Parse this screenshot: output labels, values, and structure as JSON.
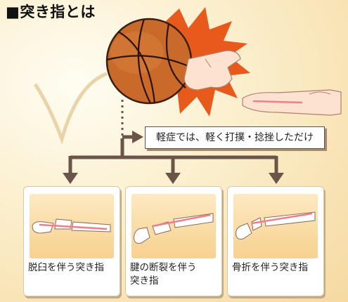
{
  "title": "■突き指とは",
  "info_box": "軽症では、軽く打撲・捻挫しただけ",
  "cards": [
    {
      "label": "脱臼を伴う突き指"
    },
    {
      "label": "腱の断裂を伴う\n突き指"
    },
    {
      "label": "骨折を伴う突き指"
    }
  ],
  "colors": {
    "ball": "#c96a2b",
    "impact": "#e85a1c",
    "arrow": "#6b5548",
    "tendon": "#e9808c",
    "box_shadow": "#a88b6b"
  }
}
